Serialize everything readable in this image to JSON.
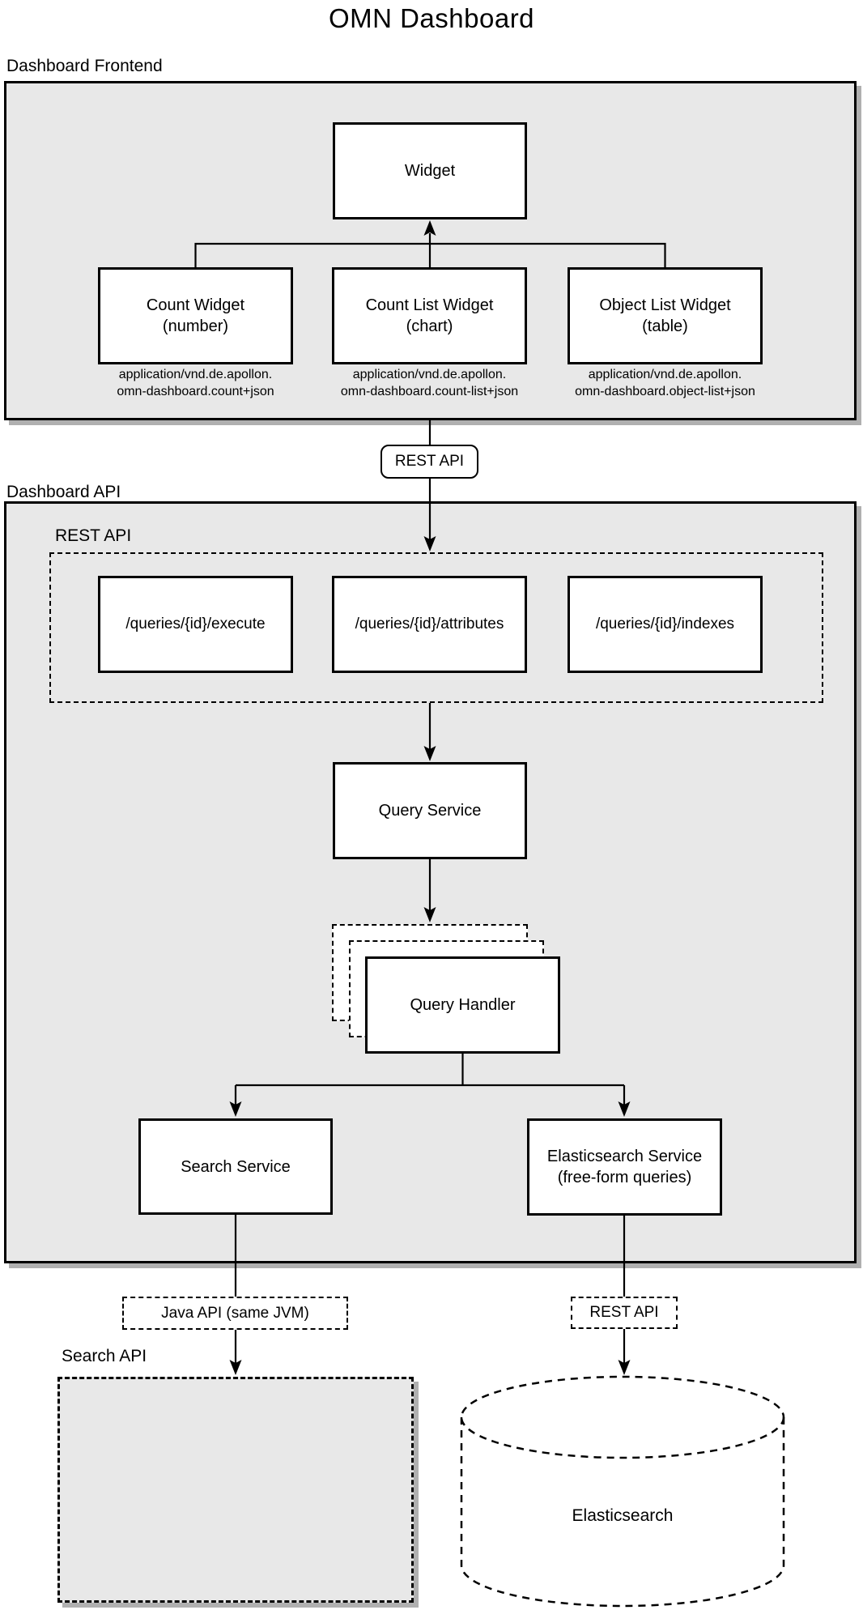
{
  "title": "OMN Dashboard",
  "frontend": {
    "label": "Dashboard Frontend",
    "widget": "Widget",
    "children": [
      {
        "line1": "Count Widget",
        "line2": "(number)",
        "mime1": "application/vnd.de.apollon.",
        "mime2": "omn-dashboard.count+json"
      },
      {
        "line1": "Count List Widget",
        "line2": "(chart)",
        "mime1": "application/vnd.de.apollon.",
        "mime2": "omn-dashboard.count-list+json"
      },
      {
        "line1": "Object List Widget",
        "line2": "(table)",
        "mime1": "application/vnd.de.apollon.",
        "mime2": "omn-dashboard.object-list+json"
      }
    ]
  },
  "rest_api_chip": "REST API",
  "api": {
    "label": "Dashboard API",
    "rest_api_group_label": "REST API",
    "endpoints": [
      "/queries/{id}/execute",
      "/queries/{id}/attributes",
      "/queries/{id}/indexes"
    ],
    "query_service": "Query Service",
    "query_handler": "Query Handler",
    "search_service": "Search Service",
    "es_service_line1": "Elasticsearch Service",
    "es_service_line2": "(free-form queries)"
  },
  "bottom": {
    "java_api_chip": "Java API (same JVM)",
    "rest_api_chip": "REST API",
    "search_api_label": "Search API",
    "elasticsearch": "Elasticsearch"
  },
  "colors": {
    "container_fill": "#e8e8e8",
    "shadow": "#b0b0b0",
    "border": "#000000",
    "box_fill": "#ffffff"
  }
}
